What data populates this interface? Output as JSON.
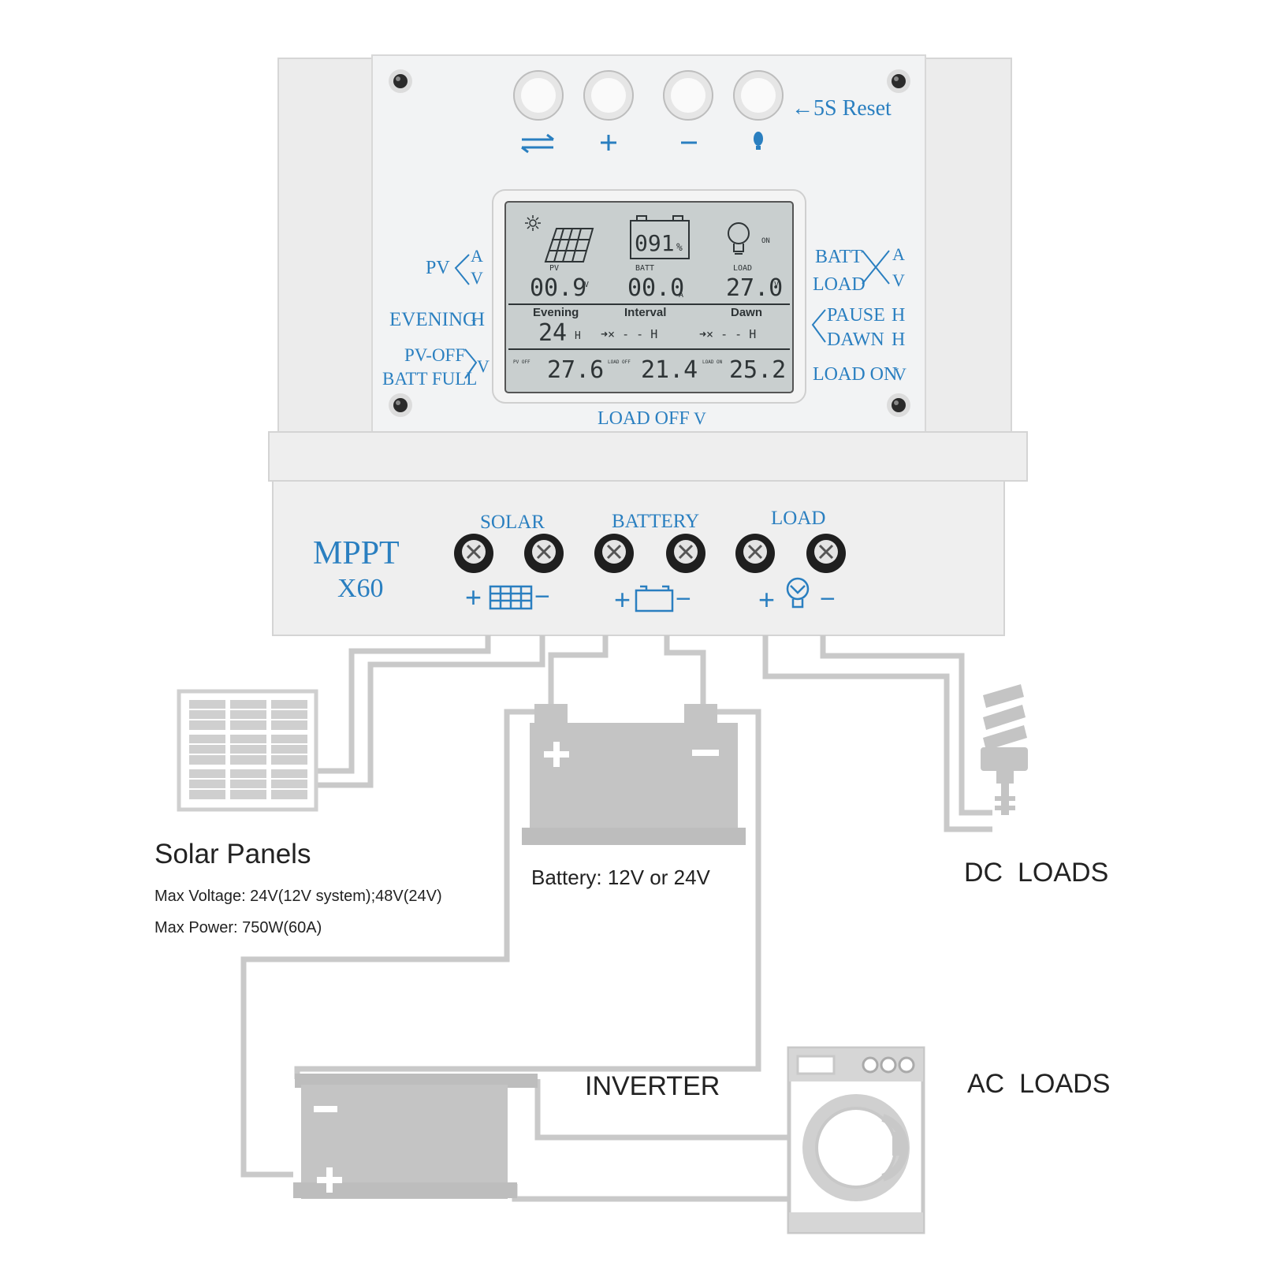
{
  "controller": {
    "model_name": "MPPT",
    "model_number": "X60",
    "reset_hint": "←5S Reset",
    "buttons": [
      {
        "id": "switch",
        "symbol": "⇄"
      },
      {
        "id": "plus",
        "symbol": "+"
      },
      {
        "id": "minus",
        "symbol": "−"
      },
      {
        "id": "light",
        "symbol": "💡"
      }
    ],
    "side_labels": {
      "pv": "PV",
      "a": "A",
      "v": "V",
      "evening": "EVENING",
      "h": "H",
      "pv_off": "PV-OFF",
      "batt_full": "BATT FULL",
      "batt": "BATT",
      "load": "LOAD",
      "pause": "PAUSE",
      "dawn": "DAWN",
      "load_on": "LOAD ON",
      "load_off": "LOAD OFF"
    },
    "terminals": {
      "solar": "SOLAR",
      "battery": "BATTERY",
      "load": "LOAD",
      "plus": "+",
      "minus": "−"
    }
  },
  "lcd": {
    "battery_percent": "091",
    "percent_sign": "%",
    "on_label": "ON",
    "pv_label": "PV",
    "batt_label": "BATT",
    "load_label": "LOAD",
    "pv_value": "00.9",
    "pv_unit": "V",
    "batt_value": "00.0",
    "batt_unit": "A",
    "load_value": "27.0",
    "load_unit": "V",
    "evening_label": "Evening",
    "interval_label": "Interval",
    "dawn_label": "Dawn",
    "evening_value": "24",
    "h_unit": "H",
    "interval_value": "➜× - - H",
    "dawn_value": "➜× - - H",
    "pv_off_label": "PV OFF",
    "pv_off_value": "27.6",
    "load_off_label": "LOAD OFF",
    "load_off_value": "21.4",
    "load_on_label": "LOAD ON",
    "load_on_value": "25.2"
  },
  "diagram": {
    "solar_title": "Solar Panels",
    "solar_spec_1": "Max Voltage: 24V(12V system);48V(24V)",
    "solar_spec_2": "Max Power: 750W(60A)",
    "battery_label": "Battery: 12V or 24V",
    "dc_loads": "DC  LOADS",
    "ac_loads": "AC  LOADS",
    "inverter": "INVERTER"
  },
  "colors": {
    "label_blue": "#2a7fc0",
    "panel": "#eef0f1",
    "lcd_bg": "#c9cfcf",
    "wire": "#c8c8c8",
    "device_gray": "#c4c4c4"
  }
}
